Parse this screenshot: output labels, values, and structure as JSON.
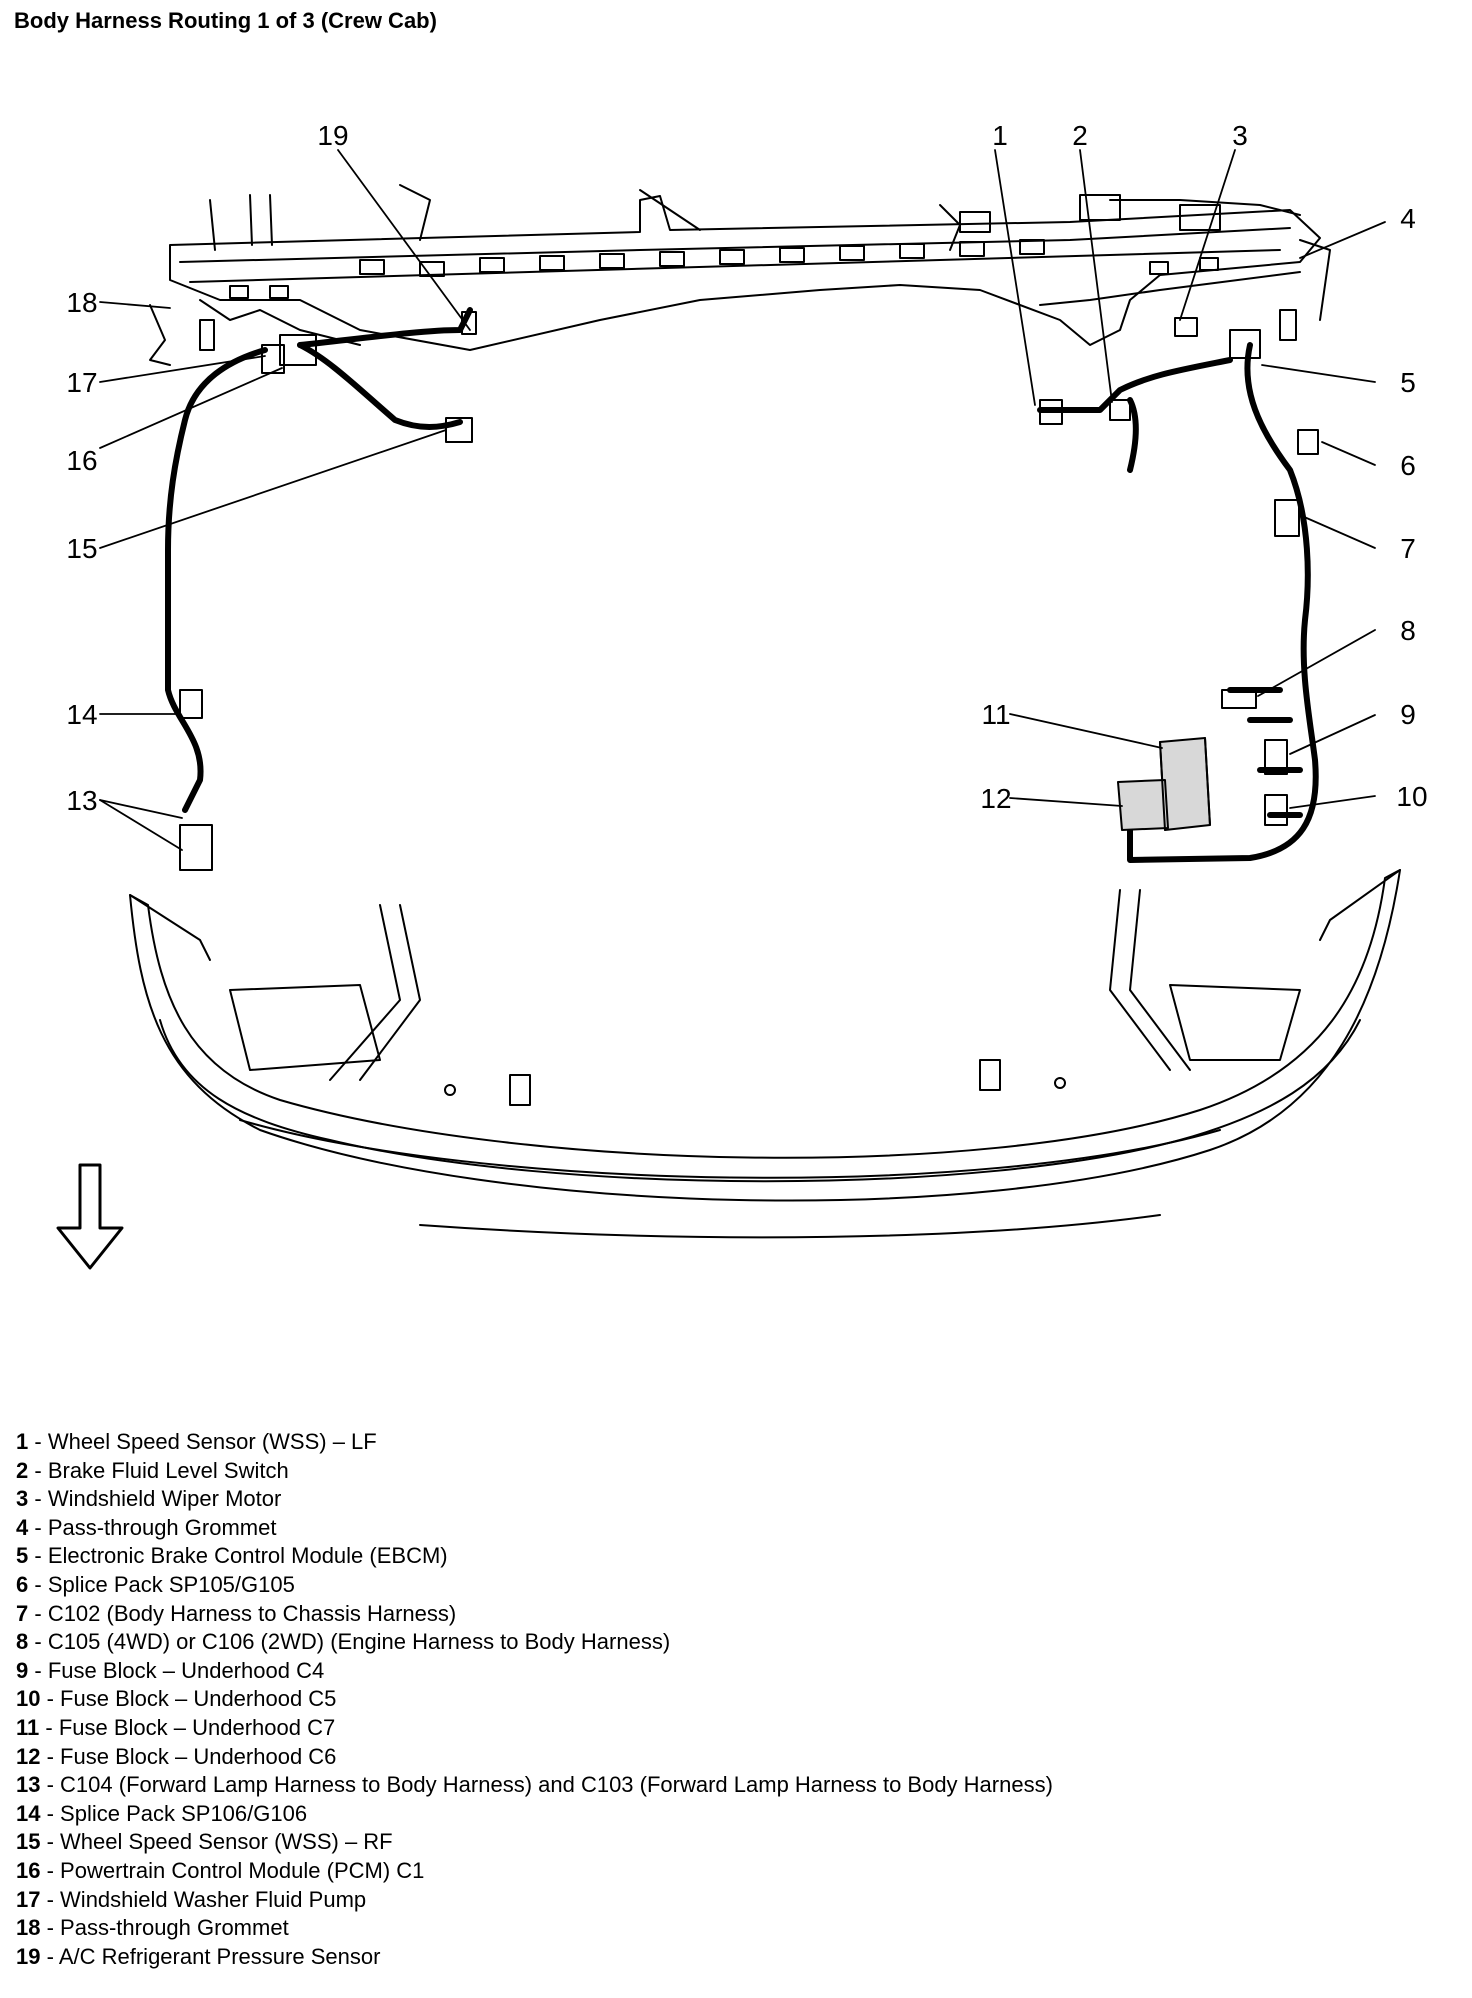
{
  "title": "Body Harness Routing 1 of 3 (Crew Cab)",
  "callouts": [
    "1",
    "2",
    "3",
    "4",
    "5",
    "6",
    "7",
    "8",
    "9",
    "10",
    "11",
    "12",
    "13",
    "14",
    "15",
    "16",
    "17",
    "18",
    "19"
  ],
  "legend": [
    {
      "num": "1",
      "text": "Wheel Speed Sensor (WSS) – LF"
    },
    {
      "num": "2",
      "text": "Brake Fluid Level Switch"
    },
    {
      "num": "3",
      "text": "Windshield Wiper Motor"
    },
    {
      "num": "4",
      "text": "Pass-through Grommet"
    },
    {
      "num": "5",
      "text": "Electronic Brake Control Module (EBCM)"
    },
    {
      "num": "6",
      "text": "Splice Pack SP105/G105"
    },
    {
      "num": "7",
      "text": "C102 (Body Harness to Chassis Harness)"
    },
    {
      "num": "8",
      "text": "C105 (4WD) or C106 (2WD) (Engine Harness to Body Harness)"
    },
    {
      "num": "9",
      "text": "Fuse Block – Underhood C4"
    },
    {
      "num": "10",
      "text": "Fuse Block – Underhood C5"
    },
    {
      "num": "11",
      "text": "Fuse Block – Underhood C7"
    },
    {
      "num": "12",
      "text": "Fuse Block – Underhood C6"
    },
    {
      "num": "13",
      "text": "C104 (Forward Lamp Harness to Body Harness) and C103 (Forward Lamp Harness to Body Harness)"
    },
    {
      "num": "14",
      "text": "Splice Pack SP106/G106"
    },
    {
      "num": "15",
      "text": "Wheel Speed Sensor (WSS) – RF"
    },
    {
      "num": "16",
      "text": "Powertrain Control Module (PCM) C1"
    },
    {
      "num": "17",
      "text": "Windshield Washer Fluid Pump"
    },
    {
      "num": "18",
      "text": "Pass-through Grommet"
    },
    {
      "num": "19",
      "text": "A/C Refrigerant Pressure Sensor"
    }
  ],
  "separator": " - ",
  "icons": {
    "direction_arrow": "down-arrow-icon"
  }
}
